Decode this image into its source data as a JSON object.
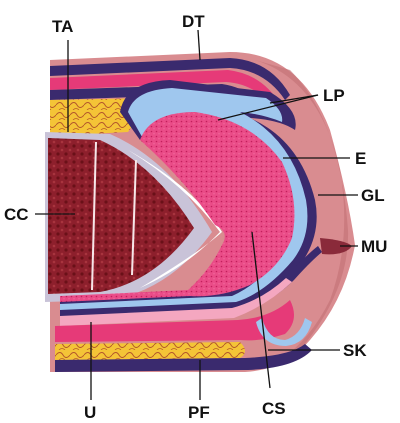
{
  "labels": {
    "ta": "TA",
    "dt": "DT",
    "lp": "LP",
    "e": "E",
    "gl": "GL",
    "mu": "MU",
    "sk": "SK",
    "cs": "CS",
    "pf": "PF",
    "u": "U",
    "cc": "CC"
  },
  "colors": {
    "tissue_pink": "#e63a78",
    "skin_pink": "#d98c90",
    "navy": "#3a2a6e",
    "light_blue": "#9fc7ee",
    "fat_yellow": "#f3c23a",
    "corpus_cavernosum": "#8a1e2a",
    "corpus_spongiosum": "#e94a86",
    "label_text": "#111111"
  }
}
